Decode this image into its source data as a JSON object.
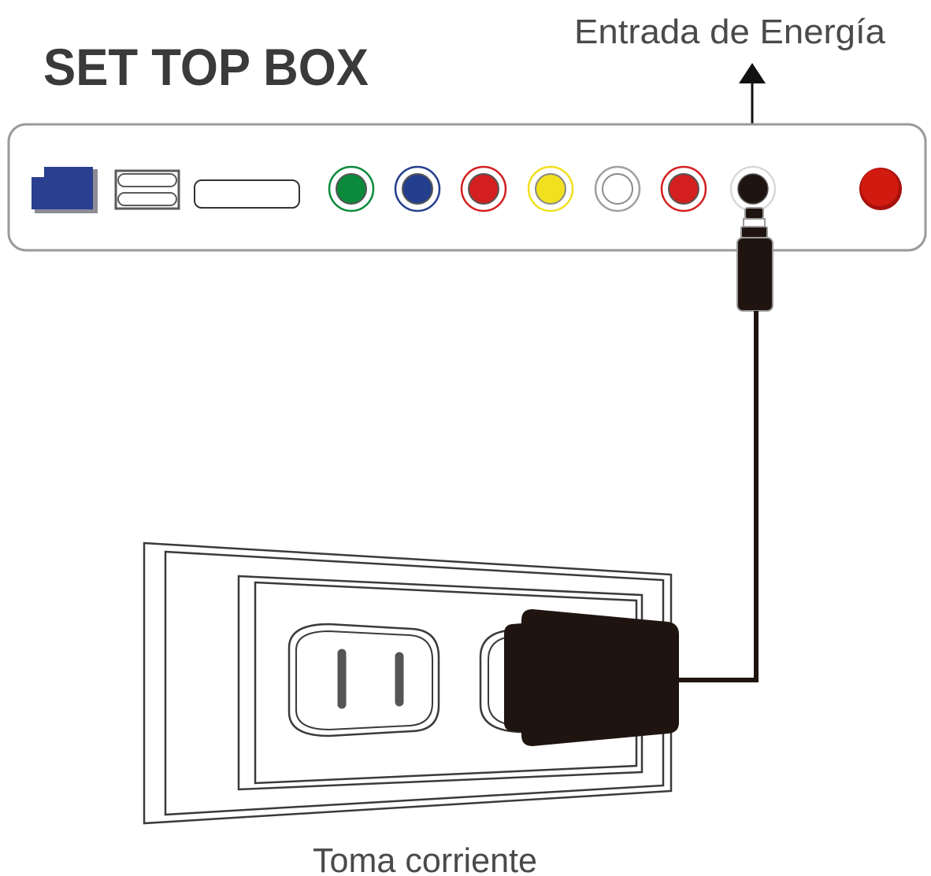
{
  "diagram": {
    "title": "SET TOP BOX",
    "power_input_label": "Entrada de Energía",
    "outlet_label": "Toma corriente"
  },
  "colors": {
    "ethernet_port": "#2a3f8f",
    "rca_green": "#0a8a3a",
    "rca_blue": "#243e8e",
    "rca_red": "#d31f1f",
    "rca_yellow": "#f0e01e",
    "rca_white": "#ffffff",
    "power_plug": "#1f1410",
    "power_led": "#d11a10",
    "panel_border": "#9a9a9a"
  },
  "icons": [
    "ethernet-port-icon",
    "usb-port-icon",
    "card-slot-icon",
    "rca-connector-icon",
    "power-jack-icon",
    "power-led-icon",
    "arrow-up-icon",
    "power-adapter-icon",
    "wall-outlet-icon"
  ]
}
